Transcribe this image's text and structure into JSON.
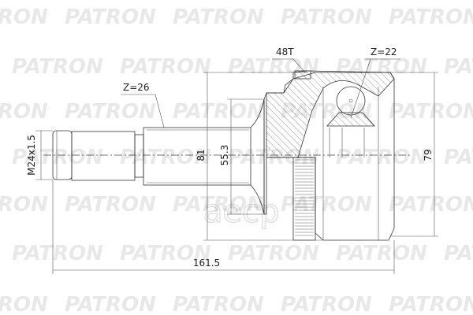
{
  "watermark": {
    "text": "PATRON",
    "logo": "аеср"
  },
  "labels": {
    "thread": "M24x1.5",
    "outer_spline": "Z=26",
    "abs_ring": "48T",
    "inner_spline": "Z=22",
    "dia_81": "81",
    "dia_55": "55.3",
    "dia_79": "79",
    "length": "161.5"
  }
}
